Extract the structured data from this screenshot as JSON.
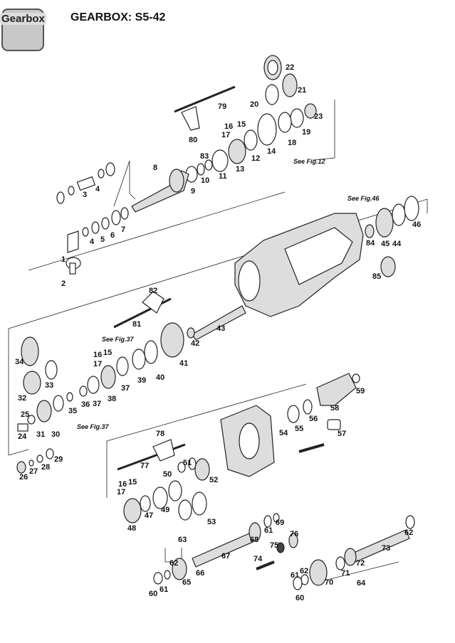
{
  "header": {
    "logo_text": "Gearbox",
    "title": "GEARBOX: S5-42"
  },
  "labels": {
    "l22": "22",
    "l21": "21",
    "l20": "20",
    "l79": "79",
    "l23": "23",
    "l16a": "16",
    "l15a": "15",
    "l17a": "17",
    "l19": "19",
    "l18": "18",
    "l80": "80",
    "l14": "14",
    "l12": "12",
    "l83": "83",
    "l13": "13",
    "l11": "11",
    "l10": "10",
    "l9": "9",
    "l8": "8",
    "l4a": "4",
    "l3": "3",
    "l46": "46",
    "l84": "84",
    "l45": "45",
    "l44": "44",
    "l7": "7",
    "l6": "6",
    "l5": "5",
    "l4b": "4",
    "l1": "1",
    "l2": "2",
    "l85": "85",
    "l82": "82",
    "l81": "81",
    "l43": "43",
    "l42": "42",
    "l34": "34",
    "l16b": "16",
    "l15b": "15",
    "l17b": "17",
    "l41": "41",
    "l40": "40",
    "l39": "39",
    "l37a": "37",
    "l33": "33",
    "l38": "38",
    "l37b": "37",
    "l32": "32",
    "l36": "36",
    "l35": "35",
    "l25": "25",
    "l24": "24",
    "l31": "31",
    "l30": "30",
    "l59": "59",
    "l58": "58",
    "l56": "56",
    "l55": "55",
    "l54": "54",
    "l57": "57",
    "l78": "78",
    "l77": "77",
    "l51": "51",
    "l50": "50",
    "l52": "52",
    "l29": "29",
    "l28": "28",
    "l27": "27",
    "l26": "26",
    "l16c": "16",
    "l15c": "15",
    "l17c": "17",
    "l49": "49",
    "l47": "47",
    "l53": "53",
    "l48": "48",
    "l69": "69",
    "l61a": "61",
    "l63": "63",
    "l68": "68",
    "l76": "76",
    "l75": "75",
    "l67": "67",
    "l62a": "62",
    "l73": "73",
    "l74": "74",
    "l72": "72",
    "l71": "71",
    "l62b": "62",
    "l66": "66",
    "l65": "65",
    "l61b": "61",
    "l60a": "60",
    "l61c": "61",
    "l62c": "62",
    "l70": "70",
    "l64": "64",
    "l60b": "60"
  },
  "references": {
    "fig12": "See Fig.12",
    "fig46": "See Fig.46",
    "fig37a": "See Fig.37",
    "fig37b": "See Fig.37"
  }
}
